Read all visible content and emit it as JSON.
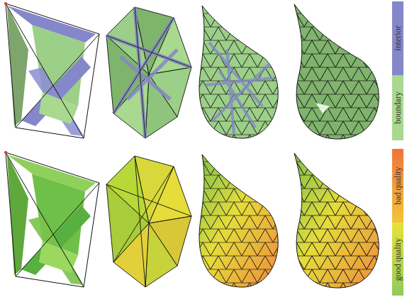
{
  "diagram": {
    "legend": [
      {
        "text": "interior",
        "color": "#8487c9"
      },
      {
        "text": "boundary",
        "color": "#a9d98e"
      },
      {
        "text": "bad quality",
        "color": "#f0743a"
      },
      {
        "text": "good quality",
        "color": "#8fcc5a"
      }
    ]
  }
}
